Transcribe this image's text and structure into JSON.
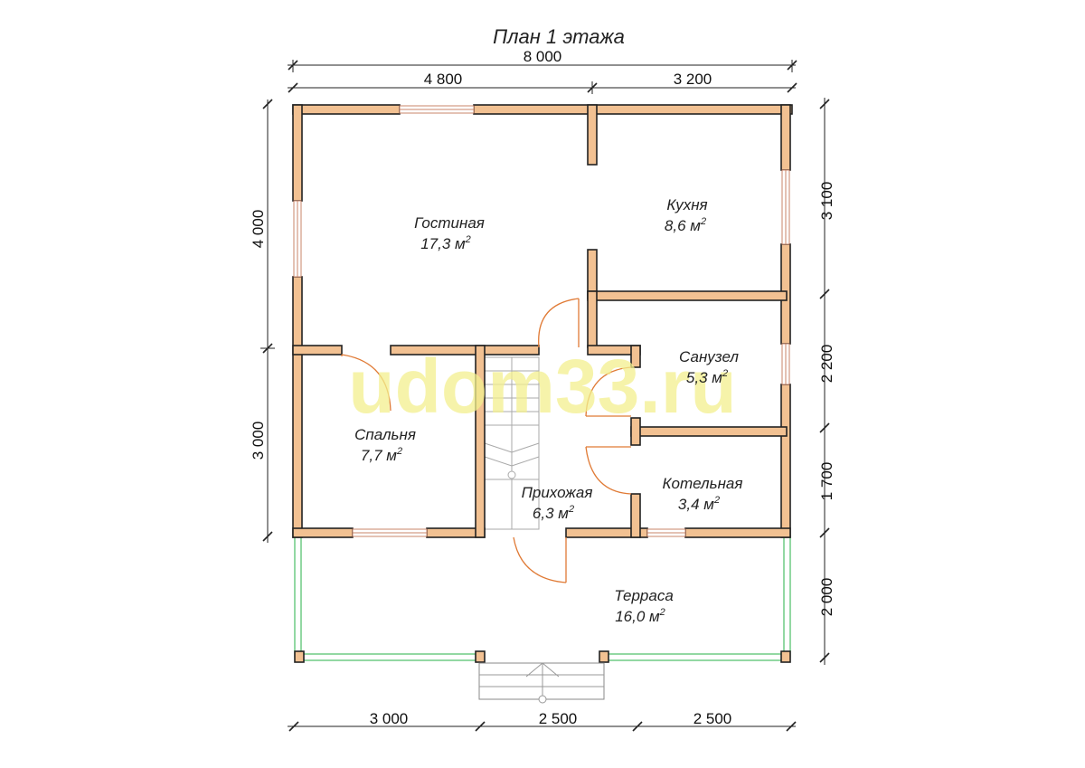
{
  "title": "План 1 этажа",
  "watermark": "udom33.ru",
  "dimensions": {
    "top_total": "8 000",
    "top_left": "4 800",
    "top_right": "3 200",
    "left_upper": "4 000",
    "left_lower": "3 000",
    "right_1": "3 100",
    "right_2": "2 200",
    "right_3": "1 700",
    "right_4": "2 000",
    "bottom_1": "3 000",
    "bottom_2": "2 500",
    "bottom_3": "2 500"
  },
  "rooms": {
    "living": {
      "name": "Гостиная",
      "area": "17,3 м",
      "sup": "2"
    },
    "kitchen": {
      "name": "Кухня",
      "area": "8,6 м",
      "sup": "2"
    },
    "bath": {
      "name": "Санузел",
      "area": "5,3 м",
      "sup": "2"
    },
    "bedroom": {
      "name": "Спальня",
      "area": "7,7 м",
      "sup": "2"
    },
    "hall": {
      "name": "Прихожая",
      "area": "6,3 м",
      "sup": "2"
    },
    "boiler": {
      "name": "Котельная",
      "area": "3,4 м",
      "sup": "2"
    },
    "terrace": {
      "name": "Терраса",
      "area": "16,0 м",
      "sup": "2"
    }
  },
  "colors": {
    "wall": "#f2c192",
    "door": "#e07a35",
    "railing": "#4bbf66",
    "watermark": "#f3f08e"
  }
}
